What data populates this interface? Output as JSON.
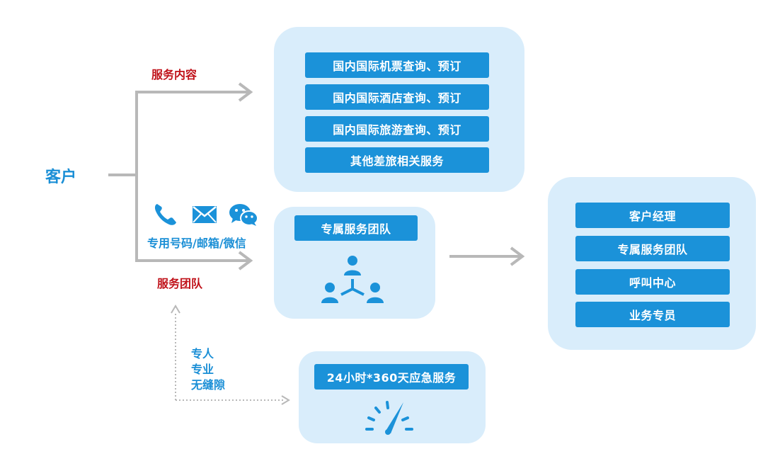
{
  "customer": {
    "label": "客户"
  },
  "branches": {
    "service_content_label": "服务内容",
    "service_team_label": "服务团队",
    "contact_channels": "专用号码/邮箱/微信"
  },
  "services_panel": {
    "items": [
      "国内国际机票查询、预订",
      "国内国际酒店查询、预订",
      "国内国际旅游查询、预订",
      "其他差旅相关服务"
    ]
  },
  "team_panel": {
    "title": "专属服务团队"
  },
  "emergency_panel": {
    "title": "24小时*360天应急服务"
  },
  "qualities": [
    "专人",
    "专业",
    "无缝隙"
  ],
  "result_panel": {
    "items": [
      "客户经理",
      "专属服务团队",
      "呼叫中心",
      "业务专员"
    ]
  },
  "colors": {
    "accent": "#1b92d9",
    "panel_bg": "#d9edfb",
    "label_red": "#c0121a",
    "connector_gray": "#b8b8b8"
  },
  "icons": [
    "phone-icon",
    "mail-icon",
    "wechat-icon",
    "team-network-icon",
    "speedometer-icon"
  ]
}
